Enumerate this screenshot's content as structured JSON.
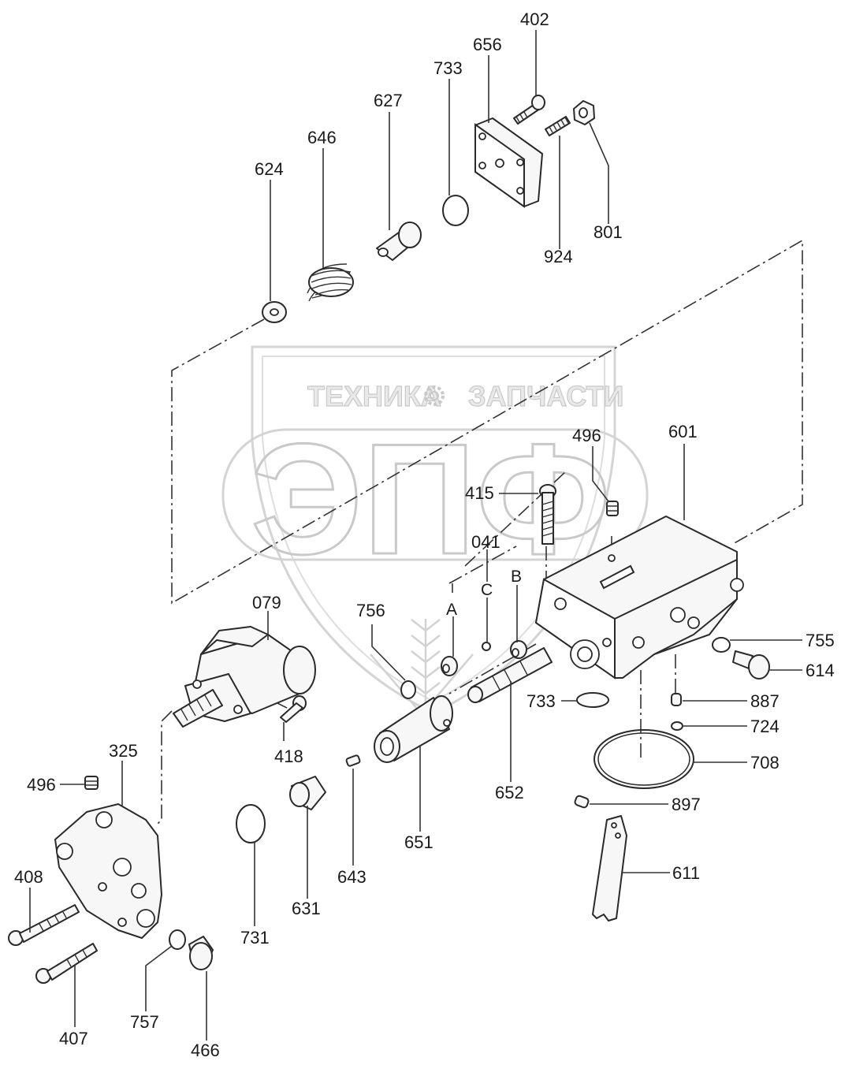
{
  "watermark": {
    "brand_left": "ТЕХНИКА",
    "brand_right": "ЗАПЧАСТИ",
    "logo_letters": "ЭПФ"
  },
  "port_letters": {
    "a": "A",
    "b": "B",
    "c": "C"
  },
  "part_labels": {
    "p402": "402",
    "p656": "656",
    "p733_top": "733",
    "p627": "627",
    "p646": "646",
    "p624": "624",
    "p801": "801",
    "p924": "924",
    "p496_top": "496",
    "p601": "601",
    "p415": "415",
    "p041": "041",
    "p079": "079",
    "p756": "756",
    "p755": "755",
    "p614": "614",
    "p733_mid": "733",
    "p887": "887",
    "p724": "724",
    "p708": "708",
    "p418": "418",
    "p325": "325",
    "p496_left": "496",
    "p652": "652",
    "p897": "897",
    "p651": "651",
    "p611": "611",
    "p408": "408",
    "p643": "643",
    "p631": "631",
    "p731": "731",
    "p757": "757",
    "p407": "407",
    "p466": "466"
  }
}
